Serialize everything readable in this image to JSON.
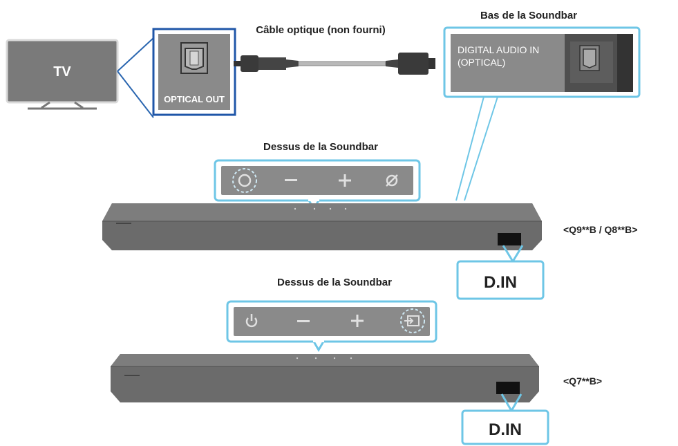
{
  "tv": {
    "label": "TV"
  },
  "tv_port": {
    "label": "OPTICAL OUT"
  },
  "cable": {
    "label": "Câble optique (non fourni)"
  },
  "bottom_callout": {
    "title": "Bas de la Soundbar",
    "port_label_line1": "DIGITAL AUDIO IN",
    "port_label_line2": "(OPTICAL)"
  },
  "soundbar_top": {
    "title": "Dessus de la Soundbar",
    "model": "<Q9**B / Q8**B>",
    "display": "D.IN"
  },
  "soundbar_bottom": {
    "title": "Dessus de la Soundbar",
    "model": "<Q7**B>",
    "display": "D.IN"
  },
  "colors": {
    "accent": "#6ec6e6",
    "bar": "#6b6b6b",
    "panel": "#8a8a8a",
    "tv": "#7a7a7a"
  }
}
